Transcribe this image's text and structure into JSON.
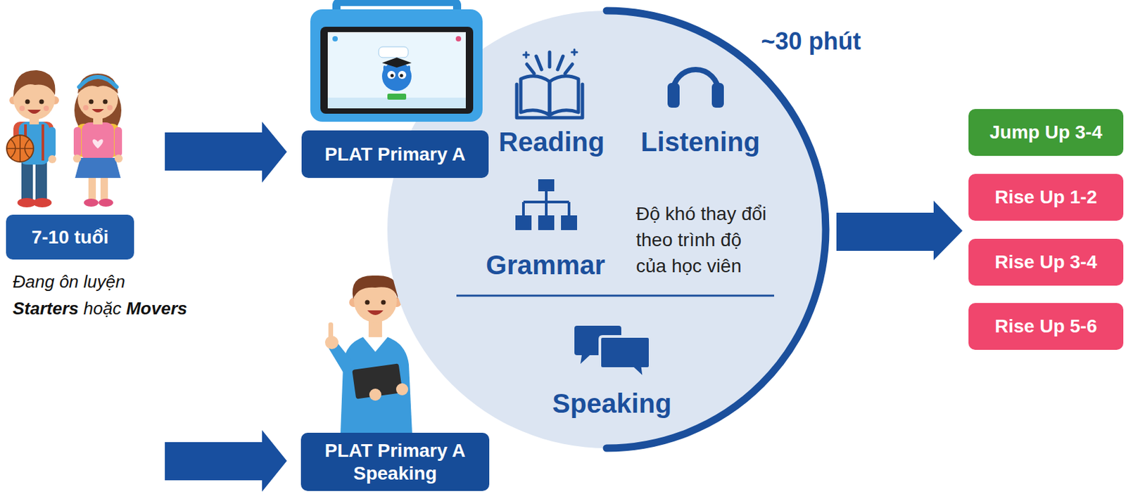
{
  "diagram": {
    "nodes": [
      {
        "text": [
          "7-10 tuổi"
        ]
      },
      {
        "text": [
          "PLAT Primary A"
        ]
      },
      {
        "text": [
          "PLAT Primary A Speaking"
        ]
      },
      {
        "text": [
          "~30 phút",
          "Reading",
          "Listening",
          "Grammar",
          "Độ khó thay đổi theo trình độ của học viên",
          "Speaking"
        ]
      },
      {
        "text": [
          "Jump Up 3-4"
        ]
      },
      {
        "text": [
          "Rise Up 1-2"
        ]
      },
      {
        "text": [
          "Rise Up 3-4"
        ]
      },
      {
        "text": [
          "Rise Up 5-6"
        ]
      }
    ],
    "labels": [
      "Đang ôn luyện",
      "Starters",
      "hoặc",
      "Movers"
    ]
  }
}
